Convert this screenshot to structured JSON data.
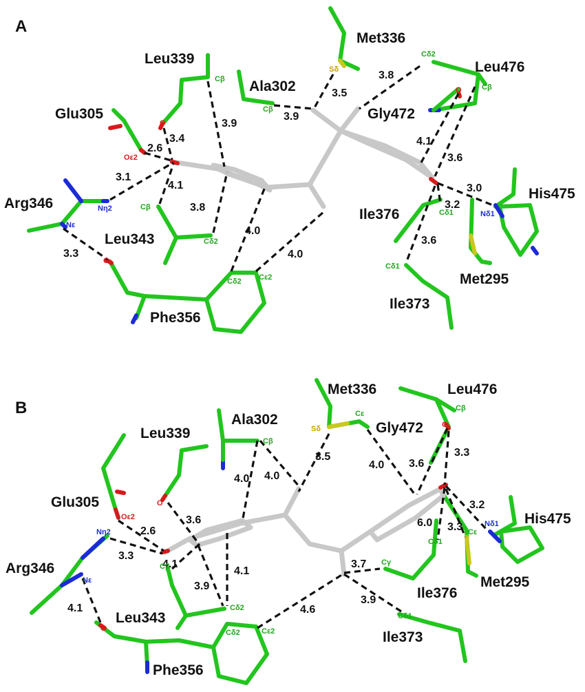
{
  "panels": [
    {
      "label": "A",
      "residues": [
        "Met336",
        "Leu339",
        "Ala302",
        "Leu476",
        "Glu305",
        "Gly472",
        "Arg346",
        "His475",
        "Ile376",
        "Leu343",
        "Met295",
        "Phe356",
        "Ile373"
      ],
      "distances": [
        "3.5",
        "3.8",
        "3.9",
        "3.9",
        "3.4",
        "2.6",
        "3.1",
        "4.1",
        "3.8",
        "4.0",
        "4.0",
        "4.1",
        "3.6",
        "3.0",
        "3.2",
        "3.6",
        "3.3"
      ],
      "atoms": {
        "sd": "Sδ",
        "cb_leu339": "Cβ",
        "cb_ala302": "Cβ",
        "cd2_leu476": "Cδ2",
        "cb_leu476": "Cβ",
        "o_leu339": "O",
        "oe2": "Oε2",
        "o_leu476": "O",
        "nh2": "Nη2",
        "ne": "Nε",
        "cb_leu343": "Cβ",
        "cd2_leu343": "Cδ2",
        "cd1_ile376": "Cδ1",
        "nd1": "Nδ1",
        "o_phe356": "O",
        "cd2_phe356": "Cδ2",
        "ce2_phe356": "Cε2",
        "cd1_ile373": "Cδ1"
      }
    },
    {
      "label": "B",
      "residues": [
        "Met336",
        "Leu476",
        "Ala302",
        "Gly472",
        "Leu339",
        "Glu305",
        "His475",
        "Arg346",
        "Met295",
        "Ile376",
        "Leu343",
        "Ile373",
        "Phe356"
      ],
      "distances": [
        "3.5",
        "4.0",
        "4.0",
        "4.0",
        "3.6",
        "3.6",
        "3.3",
        "2.6",
        "3.3",
        "4.1",
        "3.2",
        "6.0",
        "3.3",
        "4.1",
        "3.9",
        "3.7",
        "4.1",
        "3.9",
        "4.6"
      ],
      "atoms": {
        "sd": "Sδ",
        "ce_met336": "Cε",
        "cb_ala302": "Cβ",
        "cb_leu476": "Cβ",
        "o_leu476": "O",
        "o_leu339": "O",
        "oe2": "Oε2",
        "nh2": "Nη2",
        "ne": "Nε",
        "nd1": "Nδ1",
        "ce_his475": "Cε",
        "cd1_ile376": "Cδ1",
        "cg_ile376": "Cγ",
        "cb_leu343": "Cβ",
        "cd2_leu343": "Cδ2",
        "cd1_ile373": "Cδ1",
        "o_phe356": "O",
        "cd2_phe356": "Cδ2",
        "ce2_phe356": "Cε2"
      }
    }
  ],
  "colors": {
    "carbon": "#22c51e",
    "ligand": "#c8c8c8",
    "oxygen": "#d61b1b",
    "nitrogen": "#1b2bd6",
    "sulfur": "#c8c81e",
    "bond": "#111111"
  }
}
